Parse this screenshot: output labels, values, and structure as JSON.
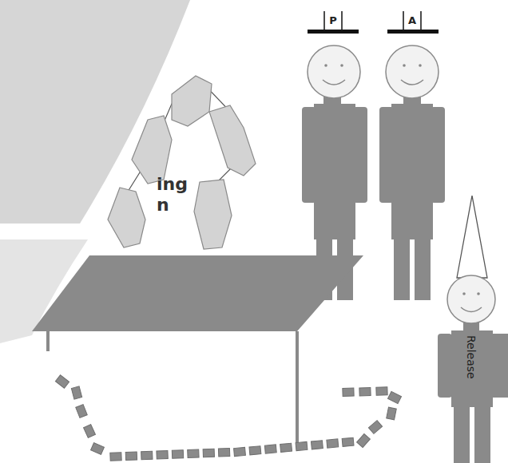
{
  "diagram": {
    "labels": [
      "ing",
      "n",
      "P",
      "A",
      "Release"
    ]
  }
}
